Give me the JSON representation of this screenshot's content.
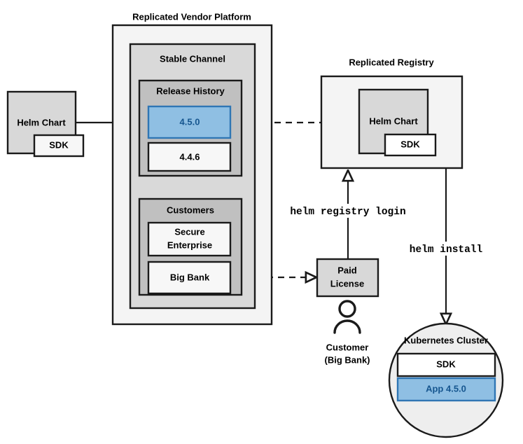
{
  "diagram": {
    "type": "architecture-flow-diagram",
    "colors": {
      "outer_panel_fill": "#f4f4f4",
      "channel_fill": "#d9d9d9",
      "group_fill": "#c0c0c0",
      "white_box_fill": "#f7f7f7",
      "gray_box_fill": "#d8d8d8",
      "highlight_blue_fill": "#8fbfe3",
      "highlight_blue_stroke": "#2f76b4",
      "highlight_blue_text": "#16568f",
      "stroke": "#1a1a1a",
      "cluster_fill": "#eeeeee"
    },
    "titles": {
      "vendor_platform": "Replicated Vendor Platform",
      "replicated_registry": "Replicated Registry"
    },
    "source_chart": {
      "label": "Helm Chart",
      "sdk_label": "SDK"
    },
    "vendor_platform": {
      "channel_label": "Stable Channel",
      "release_history": {
        "group_label": "Release History",
        "releases": [
          {
            "version": "4.5.0",
            "highlighted": true
          },
          {
            "version": "4.4.6",
            "highlighted": false
          }
        ]
      },
      "customers": {
        "group_label": "Customers",
        "entries": [
          {
            "name": "Secure Enterprise",
            "line1": "Secure",
            "line2": "Enterprise"
          },
          {
            "name": "Big Bank",
            "line1": "Big Bank",
            "line2": ""
          }
        ]
      }
    },
    "registry": {
      "chart_label": "Helm Chart",
      "sdk_label": "SDK"
    },
    "license": {
      "line1": "Paid",
      "line2": "License"
    },
    "customer_actor": {
      "line1": "Customer",
      "line2": "(Big Bank)",
      "icon": "person-icon"
    },
    "cluster": {
      "title": "Kubernetes Cluster",
      "components": [
        {
          "label": "SDK",
          "highlighted": false
        },
        {
          "label": "App 4.5.0",
          "highlighted": true
        }
      ]
    },
    "commands": {
      "registry_login": "helm registry login",
      "install": "helm install"
    },
    "edges": [
      {
        "name": "chart-to-release",
        "style": "solid",
        "arrow": "filled"
      },
      {
        "name": "release-to-registry",
        "style": "dashed",
        "arrow": "open"
      },
      {
        "name": "bigbank-to-license",
        "style": "dashed",
        "arrow": "open"
      },
      {
        "name": "license-to-registry",
        "style": "solid",
        "arrow": "open",
        "label": "helm registry login"
      },
      {
        "name": "registry-to-cluster",
        "style": "solid",
        "arrow": "open",
        "label": "helm install"
      }
    ]
  }
}
